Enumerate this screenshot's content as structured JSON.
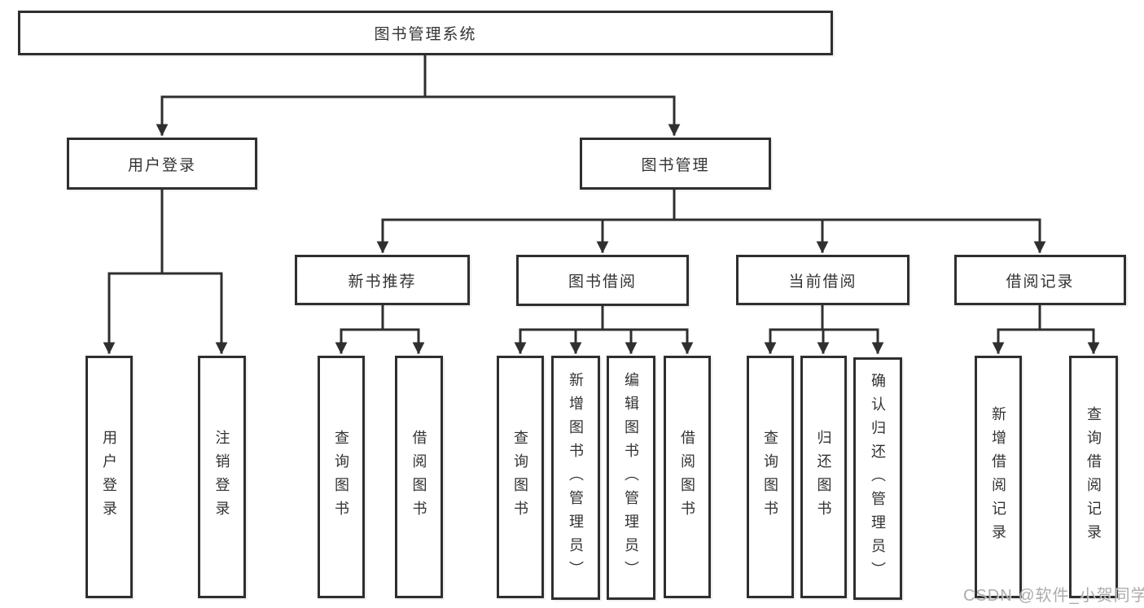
{
  "diagram": {
    "title": "图书管理系统",
    "root": "图书管理系统",
    "branches": {
      "user_login": {
        "label": "用户登录",
        "children": [
          "用户登录",
          "注销登录"
        ]
      },
      "book_management": {
        "label": "图书管理",
        "children": {
          "new_book_recommend": {
            "label": "新书推荐",
            "children": [
              "查询图书",
              "借阅图书"
            ]
          },
          "book_borrow": {
            "label": "图书借阅",
            "children": [
              "查询图书",
              "新增图书（管理员）",
              "编辑图书（管理员）",
              "借阅图书"
            ]
          },
          "current_borrow": {
            "label": "当前借阅",
            "children": [
              "查询图书",
              "归还图书",
              "确认归还（管理员）"
            ]
          },
          "borrow_records": {
            "label": "借阅记录",
            "children": [
              "新增借阅记录",
              "查询借阅记录"
            ]
          }
        }
      }
    }
  },
  "watermark": {
    "text": "CSDN @软件_小贺同学",
    "color": "#9e9e9e"
  },
  "colors": {
    "line": "#2f2f2f",
    "text": "#333333",
    "background": "#ffffff"
  }
}
